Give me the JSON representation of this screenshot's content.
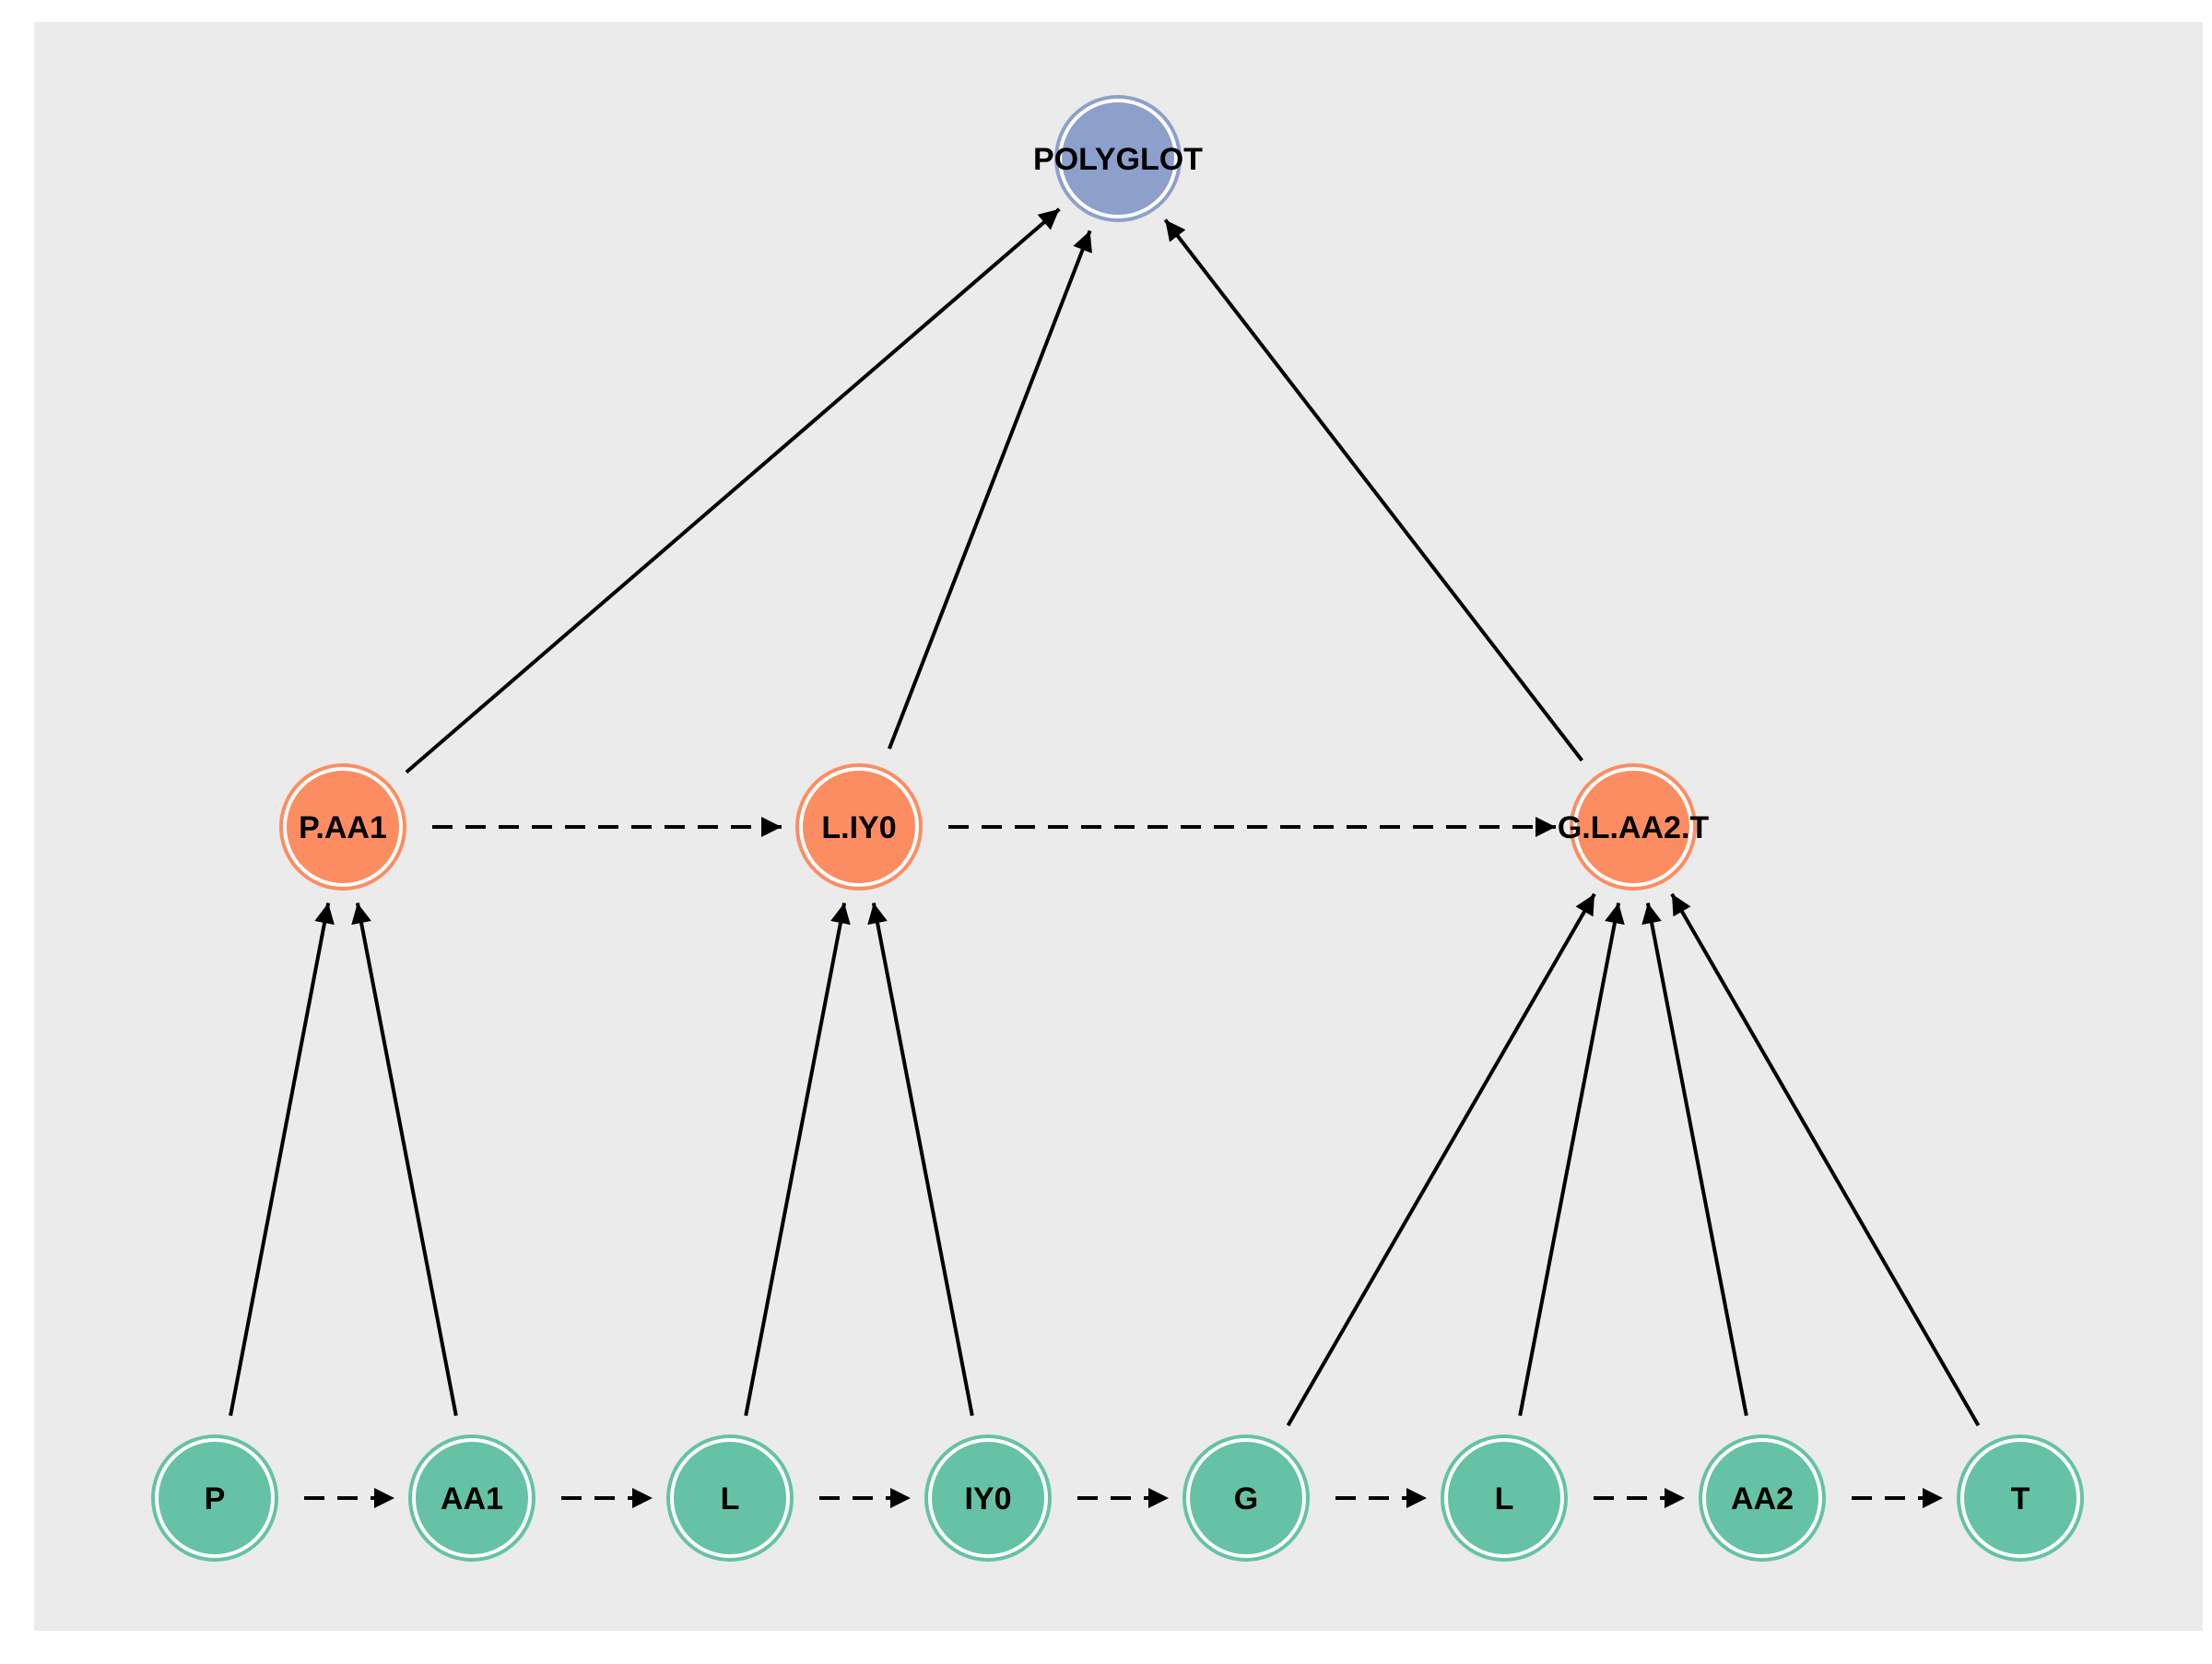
{
  "colors": {
    "panel": "#EBEBEB",
    "word": "#8DA0CB",
    "syllable": "#FC8D62",
    "phoneme": "#66C2A5",
    "edge": "#000000",
    "node_ring": "#FFFFFF"
  },
  "diagram": {
    "root": {
      "id": "root",
      "label": "POLYGLOT"
    },
    "syllables": [
      {
        "id": "s1",
        "label": "P.AA1"
      },
      {
        "id": "s2",
        "label": "L.IY0"
      },
      {
        "id": "s3",
        "label": "G.L.AA2.T"
      }
    ],
    "phonemes": [
      {
        "id": "p1",
        "label": "P"
      },
      {
        "id": "p2",
        "label": "AA1"
      },
      {
        "id": "p3",
        "label": "L"
      },
      {
        "id": "p4",
        "label": "IY0"
      },
      {
        "id": "p5",
        "label": "G"
      },
      {
        "id": "p6",
        "label": "L"
      },
      {
        "id": "p7",
        "label": "AA2"
      },
      {
        "id": "p8",
        "label": "T"
      }
    ],
    "composition_edges": [
      {
        "from": "p1",
        "to": "s1"
      },
      {
        "from": "p2",
        "to": "s1"
      },
      {
        "from": "p3",
        "to": "s2"
      },
      {
        "from": "p4",
        "to": "s2"
      },
      {
        "from": "p5",
        "to": "s3"
      },
      {
        "from": "p6",
        "to": "s3"
      },
      {
        "from": "p7",
        "to": "s3"
      },
      {
        "from": "p8",
        "to": "s3"
      },
      {
        "from": "s1",
        "to": "root"
      },
      {
        "from": "s2",
        "to": "root"
      },
      {
        "from": "s3",
        "to": "root"
      }
    ],
    "sequence_edges": [
      {
        "from": "s1",
        "to": "s2"
      },
      {
        "from": "s2",
        "to": "s3"
      },
      {
        "from": "p1",
        "to": "p2"
      },
      {
        "from": "p2",
        "to": "p3"
      },
      {
        "from": "p3",
        "to": "p4"
      },
      {
        "from": "p4",
        "to": "p5"
      },
      {
        "from": "p5",
        "to": "p6"
      },
      {
        "from": "p6",
        "to": "p7"
      },
      {
        "from": "p7",
        "to": "p8"
      }
    ]
  }
}
